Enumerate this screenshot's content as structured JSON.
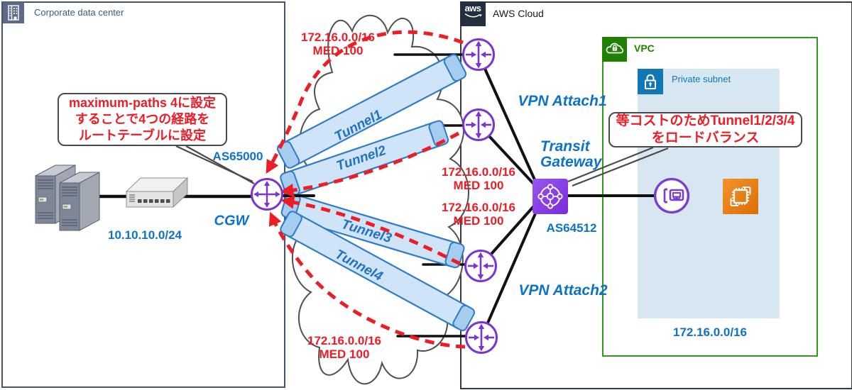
{
  "corporate": {
    "title": "Corporate data center",
    "lan_cidr": "10.10.10.0/24",
    "cgw_label": "CGW",
    "asn": "AS65000",
    "callout_lines": [
      "maximum-paths 4に設定",
      "することで4つの経路を",
      "ルートテーブルに設定"
    ]
  },
  "cloud_tunnels": {
    "tunnels": [
      "Tunnel1",
      "Tunnel2",
      "Tunnel3",
      "Tunnel4"
    ]
  },
  "bgp_advertisements": {
    "top": {
      "cidr": "172.16.0.0/16",
      "med": "MED 100"
    },
    "middle_upper": {
      "cidr": "172.16.0.0/16",
      "med": "MED 100"
    },
    "middle_lower": {
      "cidr": "172.16.0.0/16",
      "med": "MED 100"
    },
    "bottom": {
      "cidr": "172.16.0.0/16",
      "med": "MED 100"
    }
  },
  "aws": {
    "logo_text": "aws",
    "title": "AWS Cloud",
    "vpn_attach1": "VPN Attach1",
    "vpn_attach2": "VPN Attach2",
    "transit_gateway_line1": "Transit",
    "transit_gateway_line2": "Gateway",
    "tgw_asn": "AS64512",
    "callout_lines": [
      "等コストのためTunnel1/2/3/4",
      "をロードバランス"
    ],
    "vpc": {
      "title": "VPC",
      "subnet_label": "Private subnet",
      "cidr": "172.16.0.0/16"
    }
  },
  "colors": {
    "label_blue": "#0d72c8",
    "alert_red": "#ee1c25",
    "router_purple": "#7b34d2",
    "vpc_green": "#2e9b1e",
    "subnet_blue": "#1178b5",
    "aws_navy": "#232f3e",
    "ec2_orange": "#ed7100",
    "tunnel_fill": "#cfe4f8",
    "tunnel_border": "#2f7bc8"
  }
}
